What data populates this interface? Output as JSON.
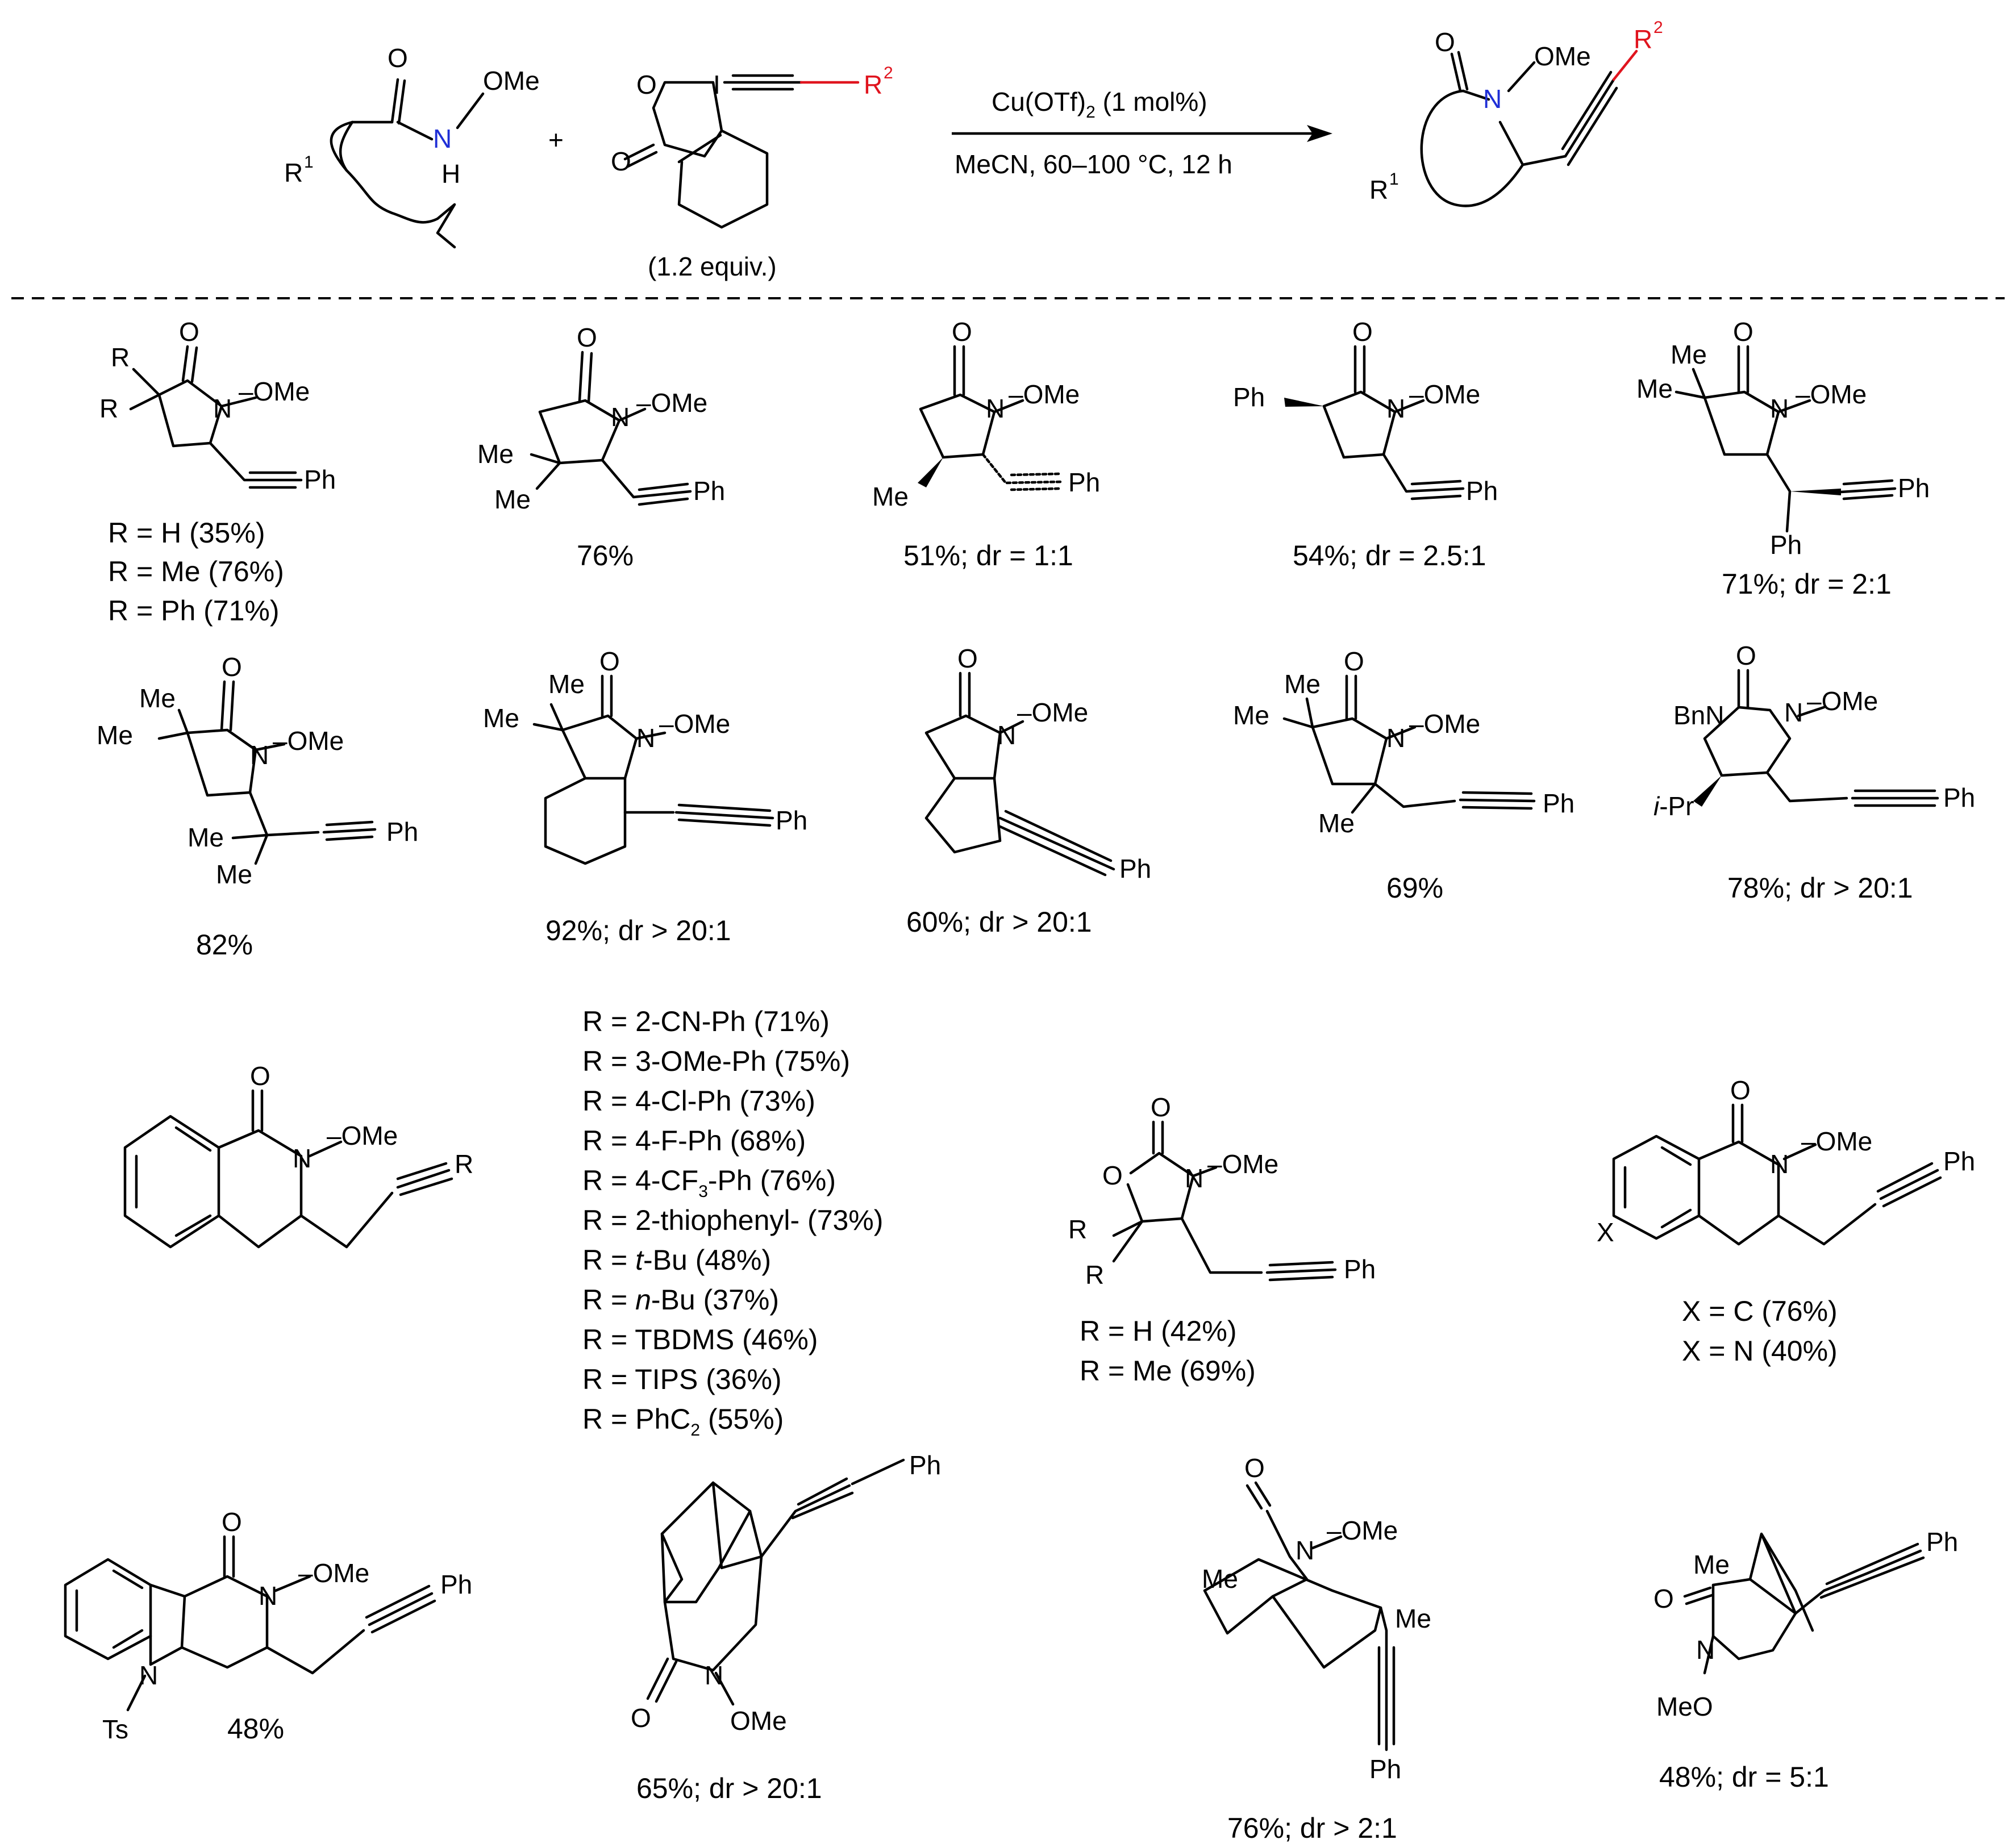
{
  "colors": {
    "ink": "#000000",
    "nitrogen": "#1f2fd6",
    "alkyne_r2": "#e0141e"
  },
  "reaction": {
    "sm_o": "O",
    "sm_n": "N",
    "sm_h": "H",
    "sm_ome": "OMe",
    "sm_r1": "R",
    "sm_r1_sup": "1",
    "plus": "+",
    "ebx_o_ring": "O",
    "ebx_o_carbonyl": "O",
    "ebx_i": "I",
    "ebx_r2": "R",
    "ebx_r2_sup": "2",
    "ebx_equiv": "(1.2 equiv.)",
    "cond_catalyst": "Cu(OTf)",
    "cond_catalyst_sub": "2",
    "cond_loading": " (1 mol%)",
    "cond_solvent": "MeCN, 60–100 °C, 12 h",
    "prod_o": "O",
    "prod_n": "N",
    "prod_ome": "OMe",
    "prod_r1": "R",
    "prod_r1_sup": "1",
    "prod_r2": "R",
    "prod_r2_sup": "2"
  },
  "row1": {
    "p1": {
      "labels": [
        "O",
        "R",
        "R",
        "N",
        "–OMe",
        "Ph"
      ],
      "results": [
        "R = H (35%)",
        "R = Me (76%)",
        "R = Ph (71%)"
      ]
    },
    "p2": {
      "labels": [
        "O",
        "N",
        "–OMe",
        "Me",
        "Me",
        "Ph"
      ],
      "result": "76%"
    },
    "p3": {
      "labels": [
        "O",
        "N",
        "–OMe",
        "Me",
        "Ph"
      ],
      "result": "51%; dr = 1:1"
    },
    "p4": {
      "labels": [
        "O",
        "Ph",
        "N",
        "–OMe",
        "Ph"
      ],
      "result": "54%; dr = 2.5:1"
    },
    "p5": {
      "labels": [
        "O",
        "Me",
        "Me",
        "N",
        "–OMe",
        "Ph",
        "Ph"
      ],
      "result": "71%; dr = 2:1"
    }
  },
  "row2": {
    "p6": {
      "labels": [
        "O",
        "Me",
        "Me",
        "N",
        "–OMe",
        "Me",
        "Me",
        "Ph"
      ],
      "result": "82%"
    },
    "p7": {
      "labels": [
        "O",
        "Me",
        "Me",
        "N",
        "–OMe",
        "Ph"
      ],
      "result": "92%; dr > 20:1"
    },
    "p8": {
      "labels": [
        "O",
        "N",
        "–OMe",
        "Ph"
      ],
      "result": "60%; dr > 20:1"
    },
    "p9": {
      "labels": [
        "O",
        "Me",
        "Me",
        "N",
        "–OMe",
        "Me",
        "Ph"
      ],
      "result": "69%"
    },
    "p10": {
      "labels": [
        "O",
        "BnN",
        "N",
        "–OMe",
        "i",
        "-Pr",
        "Ph"
      ],
      "result": "78%; dr > 20:1"
    }
  },
  "row3": {
    "p11": {
      "labels": [
        "O",
        "N",
        "–OMe",
        "R"
      ]
    },
    "r_list": [
      "R = 2-CN-Ph (71%)",
      "R = 3-OMe-Ph (75%)",
      "R = 4-Cl-Ph (73%)",
      "R = 4-F-Ph (68%)",
      "R = 4-CF",
      "3",
      "-Ph (76%)",
      "R = 2-thiophenyl- (73%)",
      "R = ",
      "t",
      "-Bu (48%)",
      "R = ",
      "n",
      "-Bu (37%)",
      "R = TBDMS (46%)",
      "R = TIPS (36%)",
      "R = PhC",
      "2",
      " (55%)"
    ],
    "p12": {
      "labels": [
        "O",
        "O",
        "N",
        "–OMe",
        "R",
        "R",
        "Ph"
      ],
      "results": [
        "R = H (42%)",
        "R = Me (69%)"
      ]
    },
    "p13": {
      "labels": [
        "O",
        "N",
        "–OMe",
        "X",
        "Ph"
      ],
      "results": [
        "X = C (76%)",
        "X = N (40%)"
      ]
    }
  },
  "row4": {
    "p14": {
      "labels": [
        "O",
        "N",
        "–OMe",
        "N",
        "Ts",
        "Ph"
      ],
      "result": "48%"
    },
    "p15": {
      "labels": [
        "Ph",
        "O",
        "N",
        "OMe"
      ],
      "result": "65%; dr > 20:1"
    },
    "p16": {
      "labels": [
        "O",
        "N",
        "–OMe",
        "Me",
        "Me",
        "Ph"
      ],
      "result": "76%; dr > 2:1"
    },
    "p17": {
      "labels": [
        "Me",
        "O",
        "N",
        "MeO",
        "Ph"
      ],
      "result": "48%; dr = 5:1"
    }
  }
}
